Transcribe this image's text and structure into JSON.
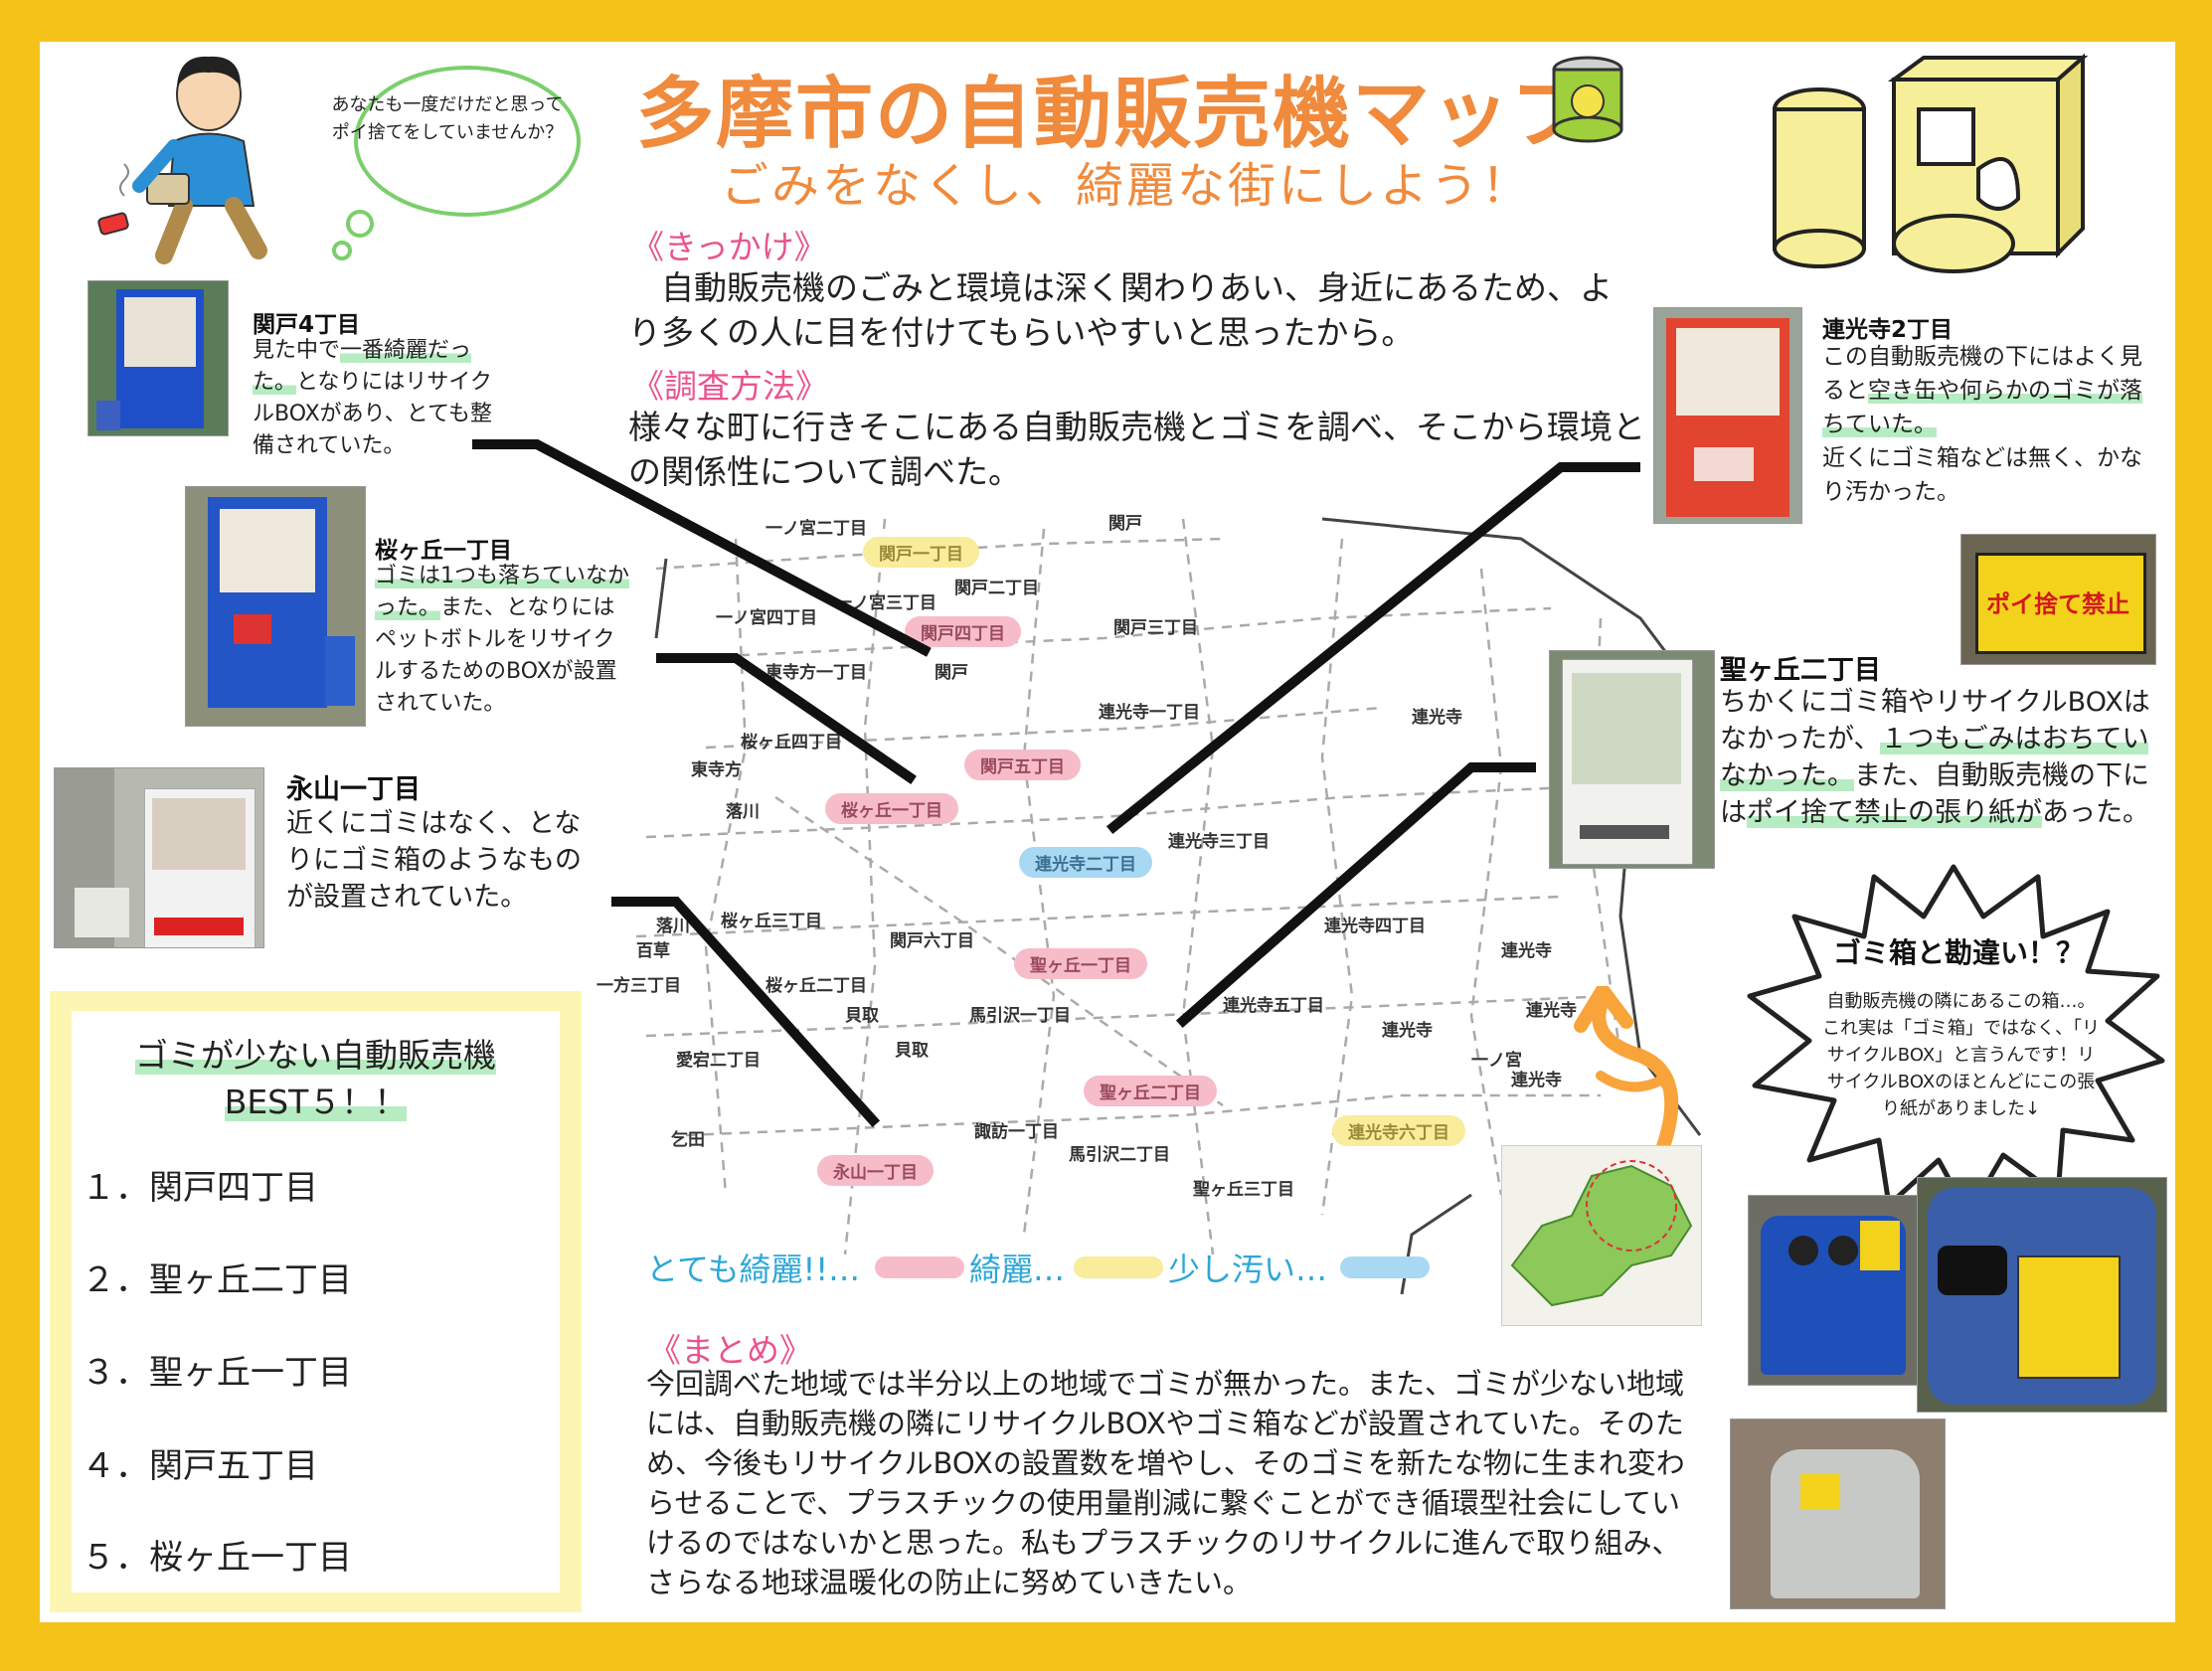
{
  "header": {
    "title": "多摩市の自動販売機マップ",
    "subtitle": "ごみをなくし、綺麗な街にしよう！"
  },
  "speech_bubble": {
    "text": "あなたも一度だけだと思ってポイ捨てをしていませんか？"
  },
  "sections": {
    "motivation": {
      "heading": "《きっかけ》",
      "body": "自動販売機のごみと環境は深く関わりあい、身近にあるため、より多くの人に目を付けてもらいやすいと思ったから。"
    },
    "method": {
      "heading": "《調査方法》",
      "body": "様々な町に行きそこにある自動販売機とゴミを調べ、そこから環境との関係性について調べた。"
    },
    "summary": {
      "heading": "《まとめ》",
      "body": "今回調べた地域では半分以上の地域でゴミが無かった。また、ゴミが少ない地域には、自動販売機の隣にリサイクルBOXやゴミ箱などが設置されていた。そのため、今後もリサイクルBOXの設置数を増やし、そのゴミを新たな物に生まれ変わらせることで、プラスチックの使用量削減に繋ぐことができ循環型社会にしていけるのではないかと思った。私もプラスチックのリサイクルに進んで取り組み、さらなる地球温暖化の防止に努めていきたい。"
    }
  },
  "spots": {
    "sekido4": {
      "title": "関戸4丁目",
      "text_a": "見た中で",
      "text_hl": "一番綺麗だった。",
      "text_b": "となりにはリサイクルBOXがあり、とても整備されていた。"
    },
    "sakuragaoka1": {
      "title": "桜ヶ丘一丁目",
      "text_a": "",
      "text_hl": "ゴミは1つも落ちていなかった。",
      "text_b": "また、となりにはペットボトルをリサイクルするためのBOXが設置されていた。"
    },
    "nagayama1": {
      "title": "永山一丁目",
      "text": "近くにゴミはなく、となりにゴミ箱のようなものが設置されていた。"
    },
    "renkoji2": {
      "title": "連光寺2丁目",
      "text_a": "この自動販売機の下にはよく見ると",
      "text_hl": "空き缶や何らかのゴミが落ちていた。",
      "text_b": "近くにゴミ箱などは無く、かなり汚かった。"
    },
    "hijirigaoka2": {
      "title": "聖ヶ丘二丁目",
      "text_a": "ちかくにゴミ箱やリサイクルBOXはなかったが、",
      "text_hl": "１つもごみはおちていなかった。",
      "text_b": "また、自動販売機の下には",
      "text_hl2": "ポイ捨て禁止の張り紙が",
      "text_c": "あった。"
    }
  },
  "poster_sign": {
    "text": "ポイ捨て禁止"
  },
  "burst": {
    "title": "ゴミ箱と勘違い！？",
    "text": "自動販売機の隣にあるこの箱…。これ実は「ゴミ箱」ではなく、「リサイクルBOX」と言うんです！リサイクルBOXのほとんどにこの張り紙がありました↓"
  },
  "best": {
    "title_line1": "ゴミが少ない自動販売機",
    "title_line2": "BEST５！！",
    "items": [
      "１．関戸四丁目",
      "２．聖ヶ丘二丁目",
      "３．聖ヶ丘一丁目",
      "４．関戸五丁目",
      "５．桜ヶ丘一丁目"
    ]
  },
  "legend": {
    "very_clean": "とても綺麗!!…",
    "clean": "綺麗…",
    "slightly_dirty": "少し汚い…",
    "colors": {
      "very_clean": "#f6bcc9",
      "clean": "#f9ec9a",
      "slightly_dirty": "#a9d8f3"
    }
  },
  "map": {
    "labels": [
      "一ノ宮二丁目",
      "関戸",
      "関戸二丁目",
      "一ノ宮三丁目",
      "一ノ宮四丁目",
      "関戸三丁目",
      "東寺方一丁目",
      "関戸",
      "連光寺一丁目",
      "連光寺",
      "桜ヶ丘四丁目",
      "東寺方",
      "落川",
      "連光寺三丁目",
      "桜ヶ丘三丁目",
      "落川",
      "関戸六丁目",
      "連光寺四丁目",
      "連光寺",
      "桜ヶ丘二丁目",
      "百草",
      "一方三丁目",
      "貝取",
      "馬引沢一丁目",
      "連光寺五丁目",
      "連光寺",
      "連光寺",
      "貝取",
      "愛宕二丁目",
      "一ノ宮",
      "連光寺",
      "乞田",
      "諏訪一丁目",
      "馬引沢二丁目",
      "聖ヶ丘三丁目"
    ],
    "pills": {
      "sekido1": "関戸一丁目",
      "sekido4": "関戸四丁目",
      "sekido5": "関戸五丁目",
      "sakura1": "桜ヶ丘一丁目",
      "renkoji2": "連光寺二丁目",
      "hijiri1": "聖ヶ丘一丁目",
      "hijiri2": "聖ヶ丘二丁目",
      "nagayama1": "永山一丁目",
      "renkoji6": "連光寺六丁目"
    }
  }
}
